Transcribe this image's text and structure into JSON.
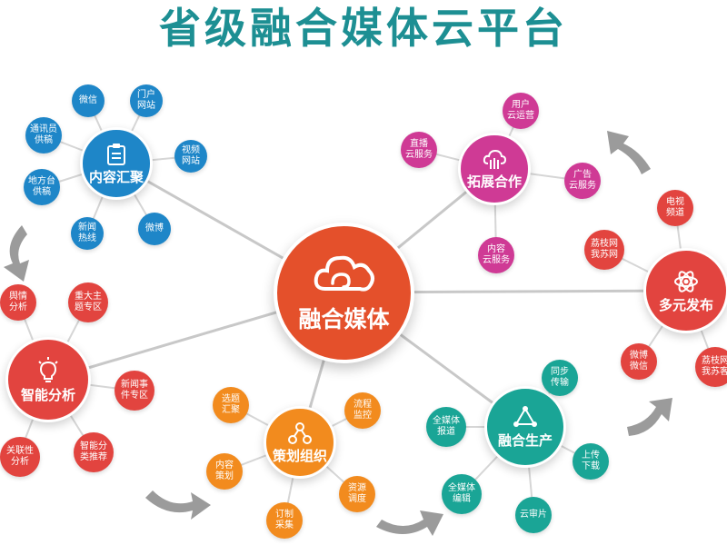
{
  "title": "省级融合媒体云平台",
  "center": {
    "label": "融合媒体",
    "icon": "cloud-icon"
  },
  "colors": {
    "title": "#1d8f93",
    "center": "#e4502b",
    "blue": "#1e86c8",
    "magenta": "#cf3a95",
    "red": "#e2443f",
    "orange": "#f28b1e",
    "green": "#1aa596",
    "link": "#c8c8c8",
    "arrow": "#8a8a8a"
  },
  "hubs": {
    "content": {
      "label": "内容汇聚",
      "icon": "clipboard-icon",
      "leaves": [
        "微信",
        "门户\n网站",
        "通讯员\n供稿",
        "视频\n网站",
        "地方台\n供稿",
        "新闻\n热线",
        "微博"
      ]
    },
    "expand": {
      "label": "拓展合作",
      "icon": "cloud-upload-icon",
      "leaves": [
        "用户\n云运营",
        "直播\n云服务",
        "广告\n云服务",
        "内容\n云服务"
      ]
    },
    "publish": {
      "label": "多元发布",
      "icon": "atom-icon",
      "leaves": [
        "电视\n频道",
        "荔枝网\n我苏网",
        "微博\n微信",
        "荔枝网\n我苏客"
      ]
    },
    "analysis": {
      "label": "智能分析",
      "icon": "lightbulb-icon",
      "leaves": [
        "舆情\n分析",
        "重大主\n题专区",
        "新闻事\n件专区",
        "关联性\n分析",
        "智能分\n类推荐"
      ]
    },
    "planning": {
      "label": "策划组织",
      "icon": "share-nodes-icon",
      "leaves": [
        "选题\n汇聚",
        "流程\n监控",
        "内容\n策划",
        "资源\n调度",
        "订制\n采集"
      ]
    },
    "production": {
      "label": "融合生产",
      "icon": "recycle-icon",
      "leaves": [
        "同步\n传输",
        "全媒体\n报道",
        "上传\n下载",
        "全媒体\n编辑",
        "云审片"
      ]
    }
  }
}
